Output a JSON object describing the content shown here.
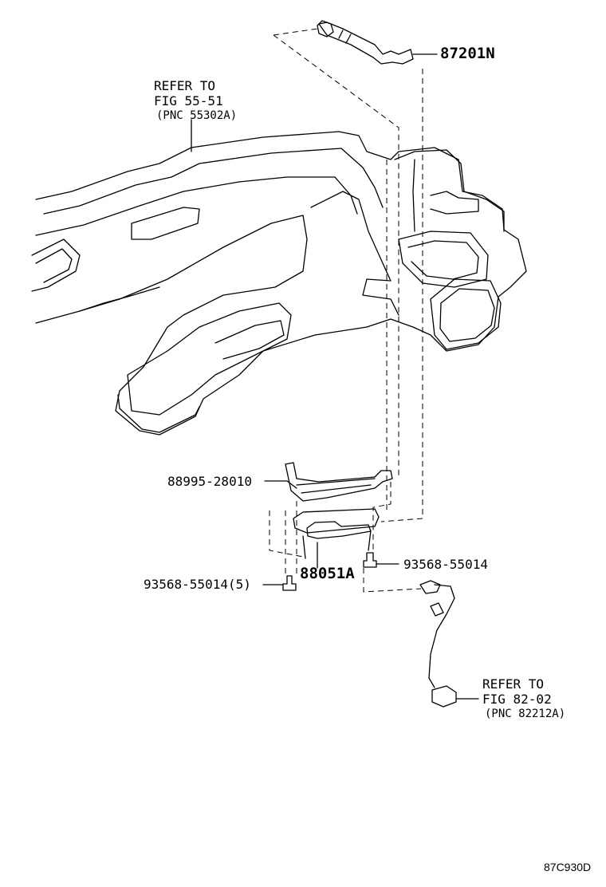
{
  "callouts": {
    "hose": "87201N",
    "bracket": "88995-28010",
    "bolt_left": "93568-55014(5)",
    "sensor": "88051A",
    "bolt_right": "93568-55014"
  },
  "references": {
    "duct": {
      "line1": "REFER TO",
      "line2": "FIG 55-51",
      "line3": "(PNC 55302A)"
    },
    "harness": {
      "line1": "REFER TO",
      "line2": "FIG 82-02",
      "line3": "(PNC 82212A)"
    }
  },
  "figure_code": "87C930D",
  "colors": {
    "line": "#000000",
    "background": "#ffffff"
  }
}
